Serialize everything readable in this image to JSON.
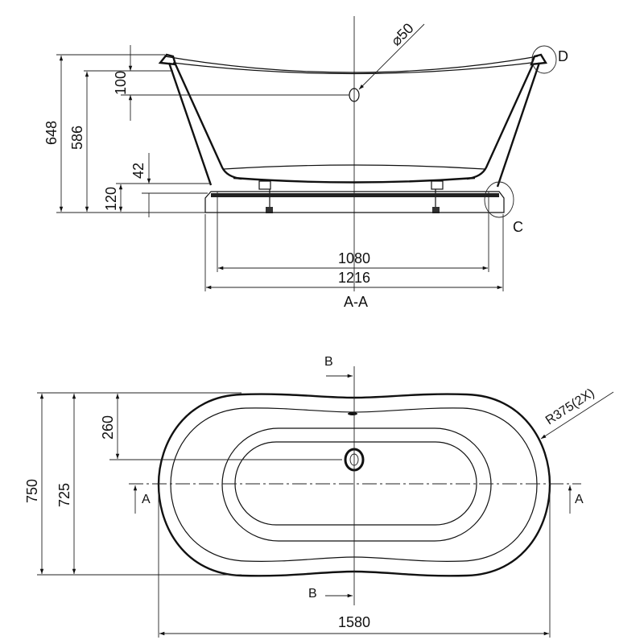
{
  "section_view": {
    "title": "A-A",
    "dimensions": {
      "overall_height": "648",
      "rim_height": "586",
      "overflow_depth": "100",
      "leg_gap": "42",
      "base_height": "120",
      "inner_base_width": "1080",
      "base_width": "1216",
      "overflow_diameter": "⌀50"
    },
    "detail_labels": {
      "rim_detail": "D",
      "base_detail": "C"
    }
  },
  "plan_view": {
    "dimensions": {
      "overall_width": "750",
      "inner_width": "725",
      "drain_offset": "260",
      "overall_length": "1580",
      "radius": "R375(2X)"
    },
    "section_markers": {
      "a_left": "A",
      "a_right": "A",
      "b_top": "B",
      "b_bottom": "B"
    }
  }
}
